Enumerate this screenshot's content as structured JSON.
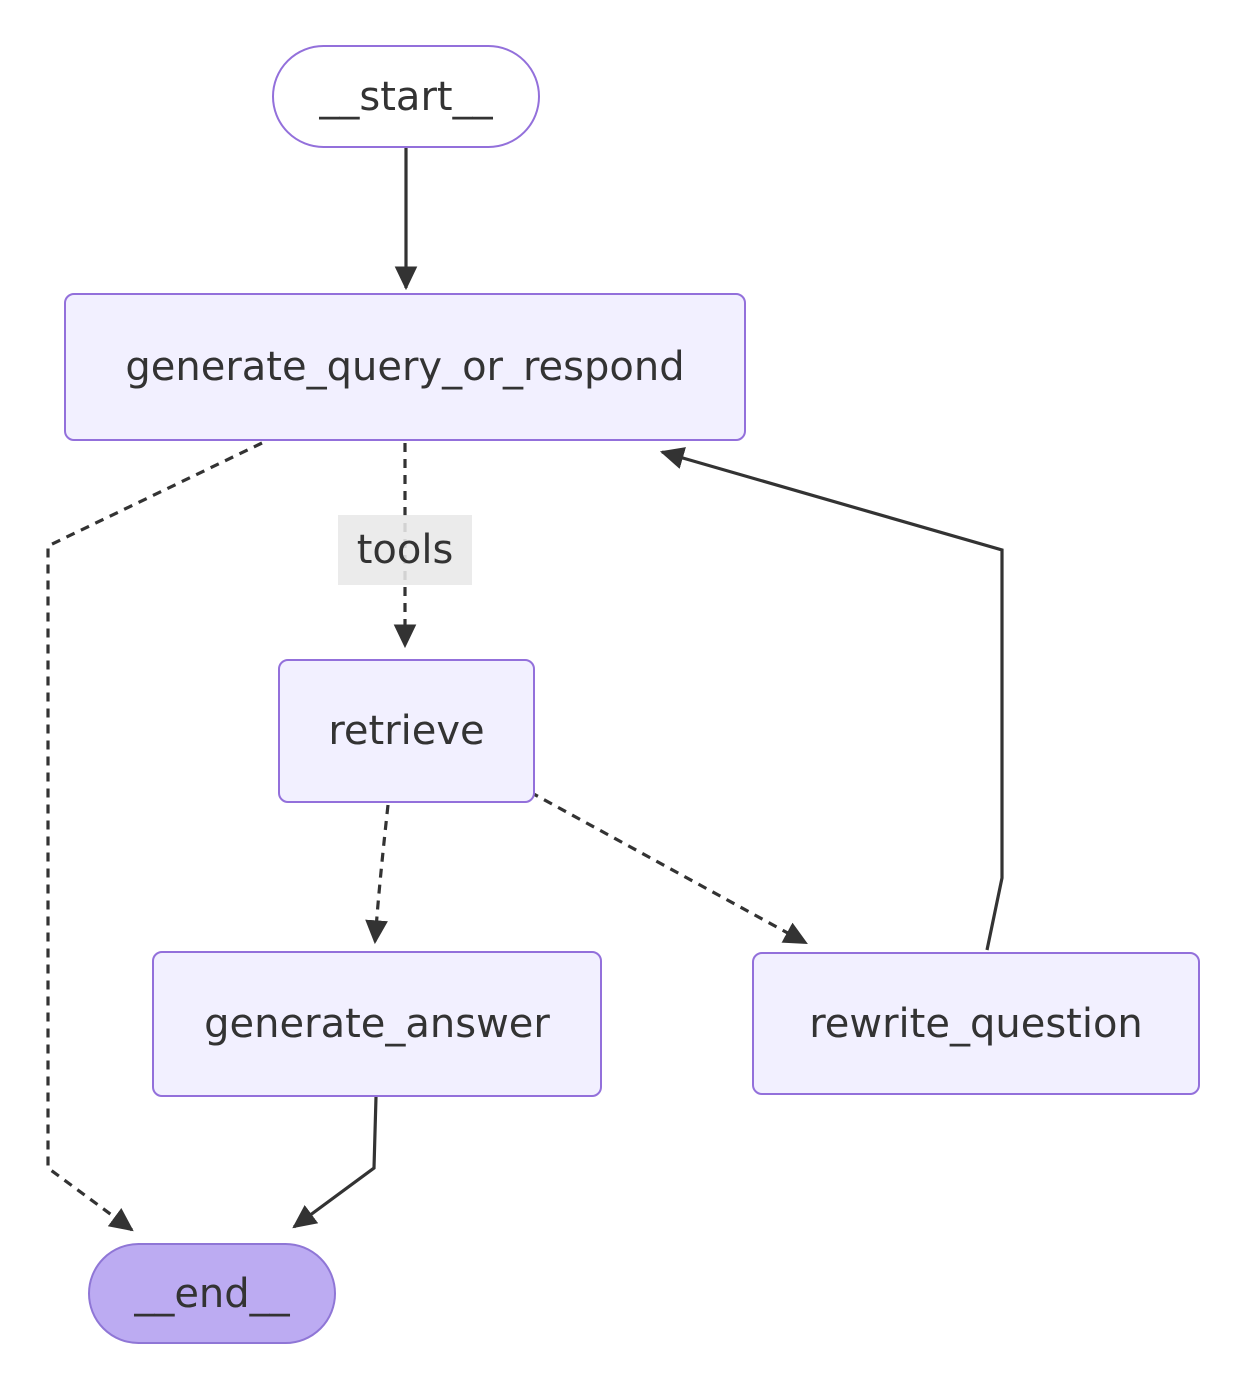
{
  "diagram": {
    "type": "flowchart",
    "direction": "top-down",
    "colors": {
      "background": "#ffffff",
      "node_fill": "#f2f0ff",
      "node_border": "#9370DB",
      "start_node_fill": "#ffffff",
      "end_node_fill": "#bcabf2",
      "edge_color": "#333333",
      "edge_label_background": "#e8e8e8",
      "text_color": "#333333"
    }
  },
  "nodes": {
    "start": {
      "label": "__start__",
      "shape": "pill"
    },
    "generate_query_or_respond": {
      "label": "generate_query_or_respond",
      "shape": "rect"
    },
    "retrieve": {
      "label": "retrieve",
      "shape": "rect"
    },
    "generate_answer": {
      "label": "generate_answer",
      "shape": "rect"
    },
    "rewrite_question": {
      "label": "rewrite_question",
      "shape": "rect"
    },
    "end": {
      "label": "__end__",
      "shape": "pill"
    }
  },
  "edges": [
    {
      "from": "__start__",
      "to": "generate_query_or_respond",
      "style": "solid",
      "label": ""
    },
    {
      "from": "generate_query_or_respond",
      "to": "retrieve",
      "style": "dotted",
      "label": "tools"
    },
    {
      "from": "generate_query_or_respond",
      "to": "__end__",
      "style": "dotted",
      "label": ""
    },
    {
      "from": "retrieve",
      "to": "generate_answer",
      "style": "dotted",
      "label": ""
    },
    {
      "from": "retrieve",
      "to": "rewrite_question",
      "style": "dotted",
      "label": ""
    },
    {
      "from": "rewrite_question",
      "to": "generate_query_or_respond",
      "style": "solid",
      "label": ""
    },
    {
      "from": "generate_answer",
      "to": "__end__",
      "style": "solid",
      "label": ""
    }
  ]
}
